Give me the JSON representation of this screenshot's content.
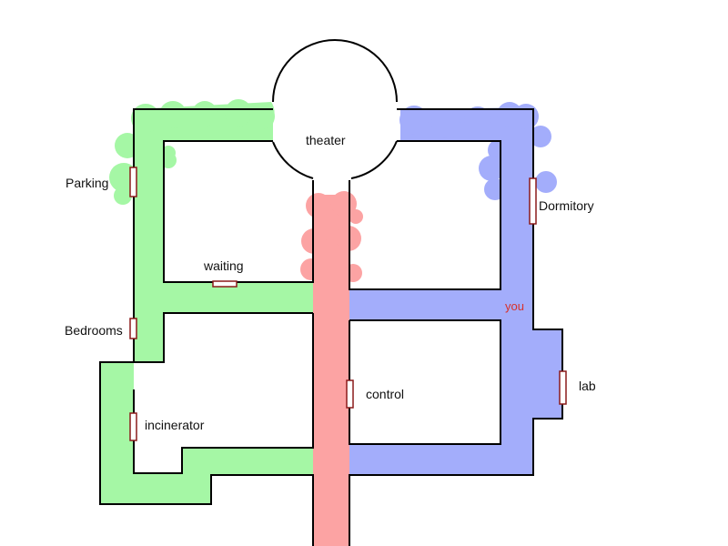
{
  "map": {
    "colors": {
      "green_zone": "#a5f7a5",
      "blue_zone": "#a3adfb",
      "red_zone": "#fca3a3",
      "door": "#8b1a1a",
      "you_marker": "#d8312b"
    },
    "rooms": {
      "theater": "theater",
      "parking": "Parking",
      "waiting": "waiting",
      "bedrooms": "Bedrooms",
      "incinerator": "incinerator",
      "control": "control",
      "dormitory": "Dormitory",
      "lab": "lab"
    },
    "you_label": "you"
  }
}
